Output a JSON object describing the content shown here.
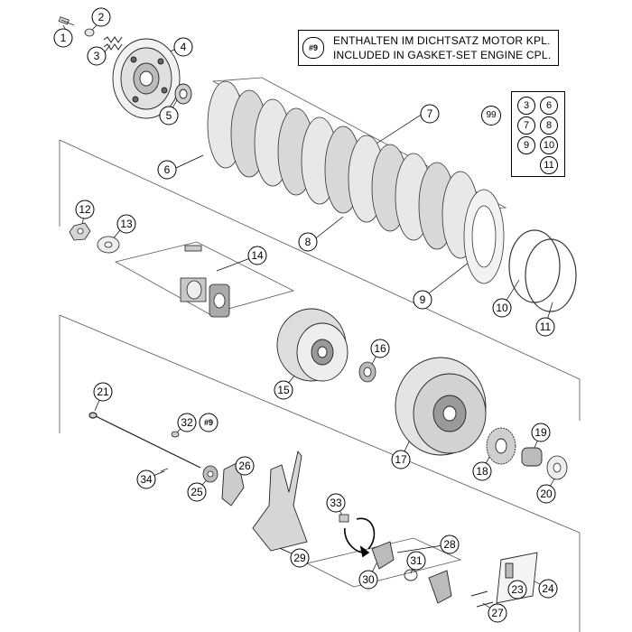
{
  "note": {
    "tag": "#9",
    "line1": "ENTHALTEN IM DICHTSATZ MOTOR KPL.",
    "line2": "INCLUDED IN GASKET-SET ENGINE CPL."
  },
  "kit": {
    "tag": "99",
    "items": [
      "3",
      "6",
      "7",
      "8",
      "9",
      "10",
      "11"
    ]
  },
  "callouts": [
    {
      "label": "1"
    },
    {
      "label": "2"
    },
    {
      "label": "3"
    },
    {
      "label": "4"
    },
    {
      "label": "5"
    },
    {
      "label": "6"
    },
    {
      "label": "7"
    },
    {
      "label": "8"
    },
    {
      "label": "9"
    },
    {
      "label": "10"
    },
    {
      "label": "11"
    },
    {
      "label": "12"
    },
    {
      "label": "13"
    },
    {
      "label": "14"
    },
    {
      "label": "15"
    },
    {
      "label": "16"
    },
    {
      "label": "17"
    },
    {
      "label": "18"
    },
    {
      "label": "19"
    },
    {
      "label": "20"
    },
    {
      "label": "21"
    },
    {
      "label": "32"
    },
    {
      "label": "#9"
    },
    {
      "label": "26"
    },
    {
      "label": "34"
    },
    {
      "label": "25"
    },
    {
      "label": "33"
    },
    {
      "label": "28"
    },
    {
      "label": "29"
    },
    {
      "label": "31"
    },
    {
      "label": "30"
    },
    {
      "label": "24"
    },
    {
      "label": "23"
    },
    {
      "label": "27"
    }
  ]
}
